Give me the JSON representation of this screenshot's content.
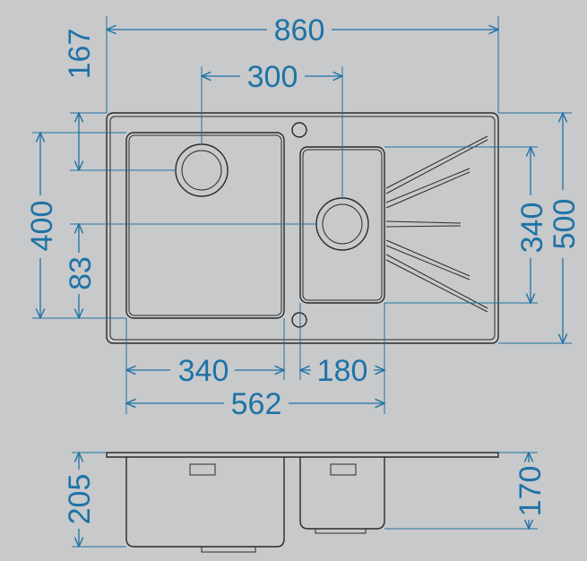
{
  "colors": {
    "background": "#c8c9cb",
    "dimension": "#1e73a6",
    "outline": "#2a2a2a"
  },
  "top_view": {
    "overall_width": "860",
    "drain_offset_x": "300",
    "top_margin": "167",
    "bowl_height": "400",
    "bottom_offset": "83",
    "small_bowl_height": "340",
    "overall_depth": "500",
    "big_bowl_width": "340",
    "small_bowl_width": "180",
    "bowls_total_width": "562"
  },
  "side_view": {
    "big_bowl_depth": "205",
    "small_bowl_depth": "170"
  }
}
